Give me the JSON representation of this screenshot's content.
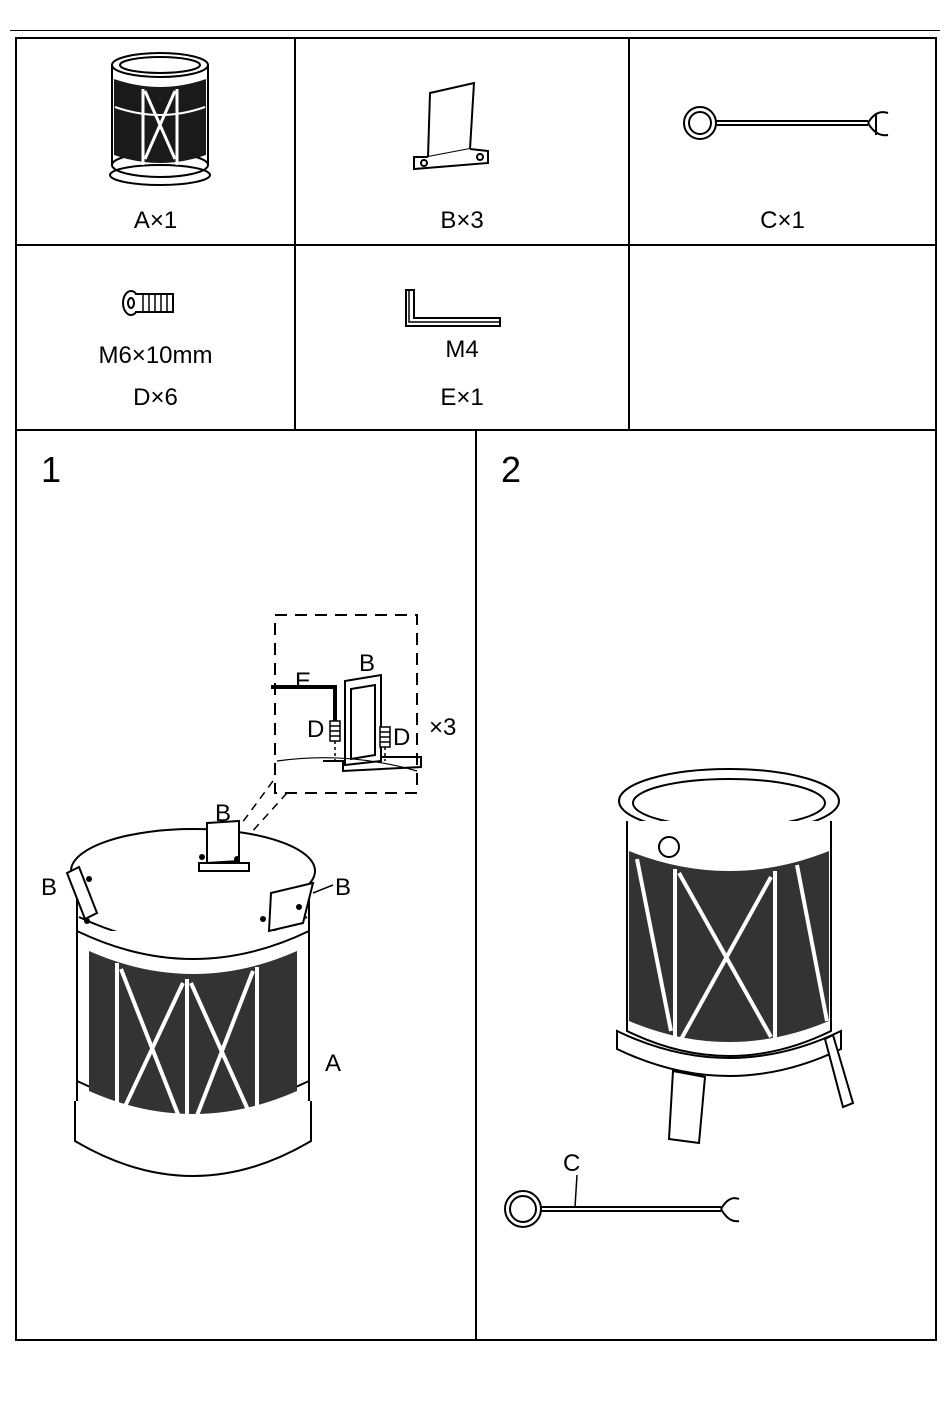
{
  "parts": {
    "a": {
      "label": "A×1"
    },
    "b": {
      "label": "B×3"
    },
    "c": {
      "label": "C×1"
    },
    "d": {
      "size": "M6×10mm",
      "label": "D×6"
    },
    "e": {
      "size": "M4",
      "label": "E×1"
    }
  },
  "steps": [
    {
      "number": "1",
      "callouts": {
        "a": "A",
        "b_top": "B",
        "b_left": "B",
        "b_right": "B",
        "detail_b": "B",
        "detail_e": "E",
        "detail_d_left": "D",
        "detail_d_right": "D",
        "multiplier": "×3"
      }
    },
    {
      "number": "2",
      "callouts": {
        "c": "C"
      }
    }
  ]
}
